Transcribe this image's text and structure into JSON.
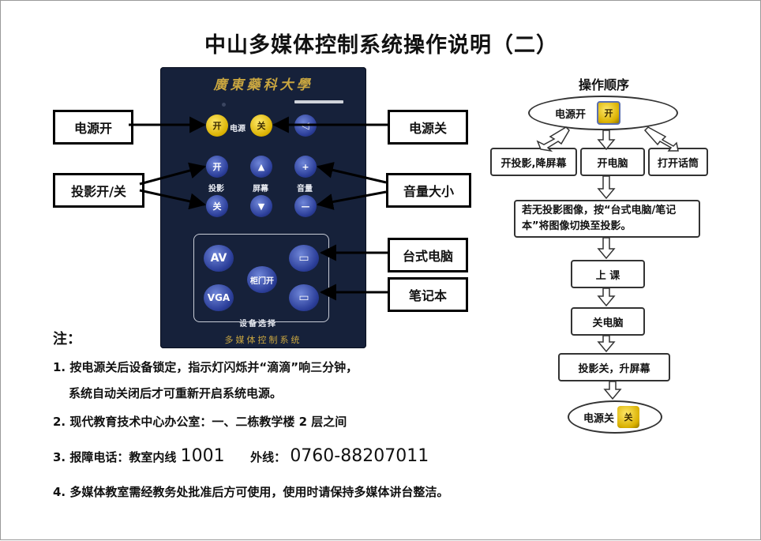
{
  "title": "中山多媒体控制系统操作说明（二）",
  "panel": {
    "logo": "廣東藥科大學",
    "power_label": "电源",
    "btn_on": "开",
    "btn_off": "关",
    "proj_on": "开",
    "proj_off": "关",
    "proj_label": "投影",
    "screen_label": "屏幕",
    "volume_label": "音量",
    "vol_up": "+",
    "vol_down": "—",
    "screen_up": "▲",
    "screen_down": "▼",
    "av": "AV",
    "vga": "VGA",
    "cabinet": "柜门开",
    "device_select": "设备选择",
    "bottom": "多媒体控制系统"
  },
  "callouts": {
    "power_on": "电源开",
    "power_off": "电源关",
    "projector": "投影开/关",
    "volume": "音量大小",
    "desktop": "台式电脑",
    "notebook": "笔记本"
  },
  "flow": {
    "title": "操作顺序",
    "start": "电源开",
    "start_btn": "开",
    "step_proj": "开投影,降屏幕",
    "step_pc": "开电脑",
    "step_mic": "打开话筒",
    "step_switch": "若无投影图像，按“台式电脑/笔记本”将图像切换至投影。",
    "step_class": "上 课",
    "step_pc_off": "关电脑",
    "step_proj_off": "投影关，升屏幕",
    "end": "电源关",
    "end_btn": "关"
  },
  "notes": {
    "heading": "注：",
    "n1_line1": "1. 按电源关后设备锁定，指示灯闪烁并“滴滴”响三分钟，",
    "n1_line2": "系统自动关闭后才可重新开启系统电源。",
    "n2": "2. 现代教育技术中心办公室：一、二栋教学楼 2 层之间",
    "n3_prefix": "3. 报障电话：教室内线",
    "n3_inner": "1001",
    "n3_mid": "外线：",
    "n3_outer": "0760-88207011",
    "n4": "4. 多媒体教室需经教务处批准后方可使用，使用时请保持多媒体讲台整洁。"
  },
  "colors": {
    "panel_bg": "#16213a",
    "panel_gold": "#c9a640",
    "button_yellow": "#e9c800",
    "button_blue": "#2c3f9a"
  }
}
